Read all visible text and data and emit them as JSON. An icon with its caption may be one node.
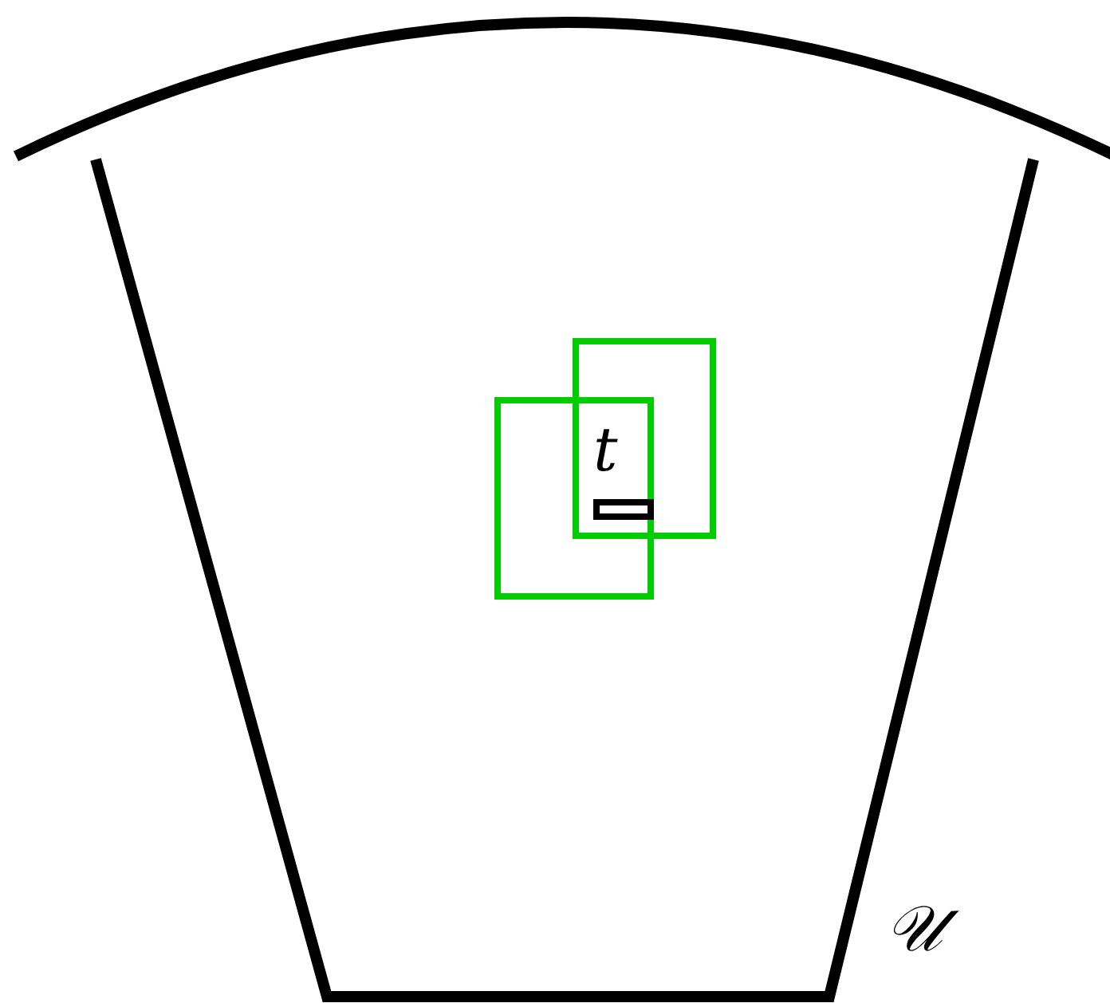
{
  "diagram": {
    "nodes": [
      {
        "text": [
          "𝒰"
        ]
      },
      {
        "text": [],
        "shape": "box",
        "in": 0
      },
      {
        "text": [],
        "shape": "box",
        "in": 0
      },
      {
        "text": [],
        "shape": "box"
      }
    ],
    "labels": [
      "t"
    ]
  }
}
